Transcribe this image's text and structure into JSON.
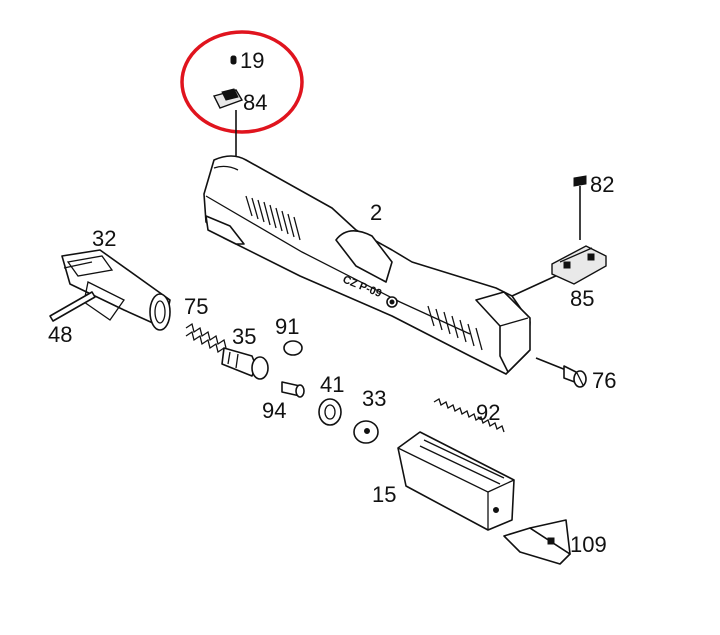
{
  "labels": {
    "p19": "19",
    "p84": "84",
    "p2": "2",
    "p82": "82",
    "p85": "85",
    "p32": "32",
    "p48": "48",
    "p75": "75",
    "p35": "35",
    "p91": "91",
    "p94": "94",
    "p41": "41",
    "p33": "33",
    "p92": "92",
    "p76": "76",
    "p15": "15",
    "p109": "109"
  },
  "engraving": "CZ P-09",
  "colors": {
    "highlight": "#e0141e",
    "line": "#111111",
    "background": "#ffffff"
  }
}
